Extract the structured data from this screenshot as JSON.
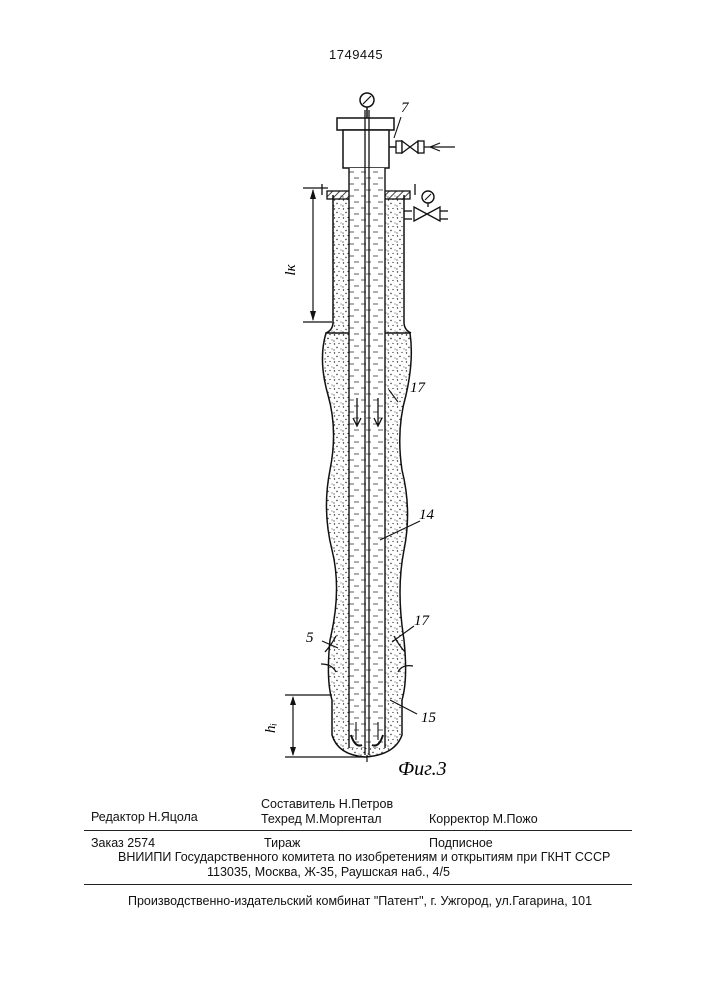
{
  "header": {
    "patent_number": "1749445"
  },
  "figure": {
    "caption": "Фиг.3",
    "labels": {
      "l_k": "lк",
      "h_i": "hᵢ",
      "ref_7": "7",
      "ref_17_top": "17",
      "ref_14": "14",
      "ref_5": "5",
      "ref_17_bottom": "17",
      "ref_15": "15"
    }
  },
  "credits": {
    "editor": "Редактор  Н.Яцола",
    "compiler": "Составитель  Н.Петров",
    "techred": "Техред М.Моргентал",
    "corrector": "Корректор  М.Пожо",
    "order": "Заказ  2574",
    "circulation": "Тираж",
    "subscription": "Подписное",
    "org_line": "ВНИИПИ Государственного комитета по изобретениям и открытиям при ГКНТ СССР",
    "address": "113035, Москва, Ж-35, Раушская наб., 4/5",
    "publisher": "Производственно-издательский комбинат \"Патент\", г. Ужгород, ул.Гагарина, 101"
  }
}
